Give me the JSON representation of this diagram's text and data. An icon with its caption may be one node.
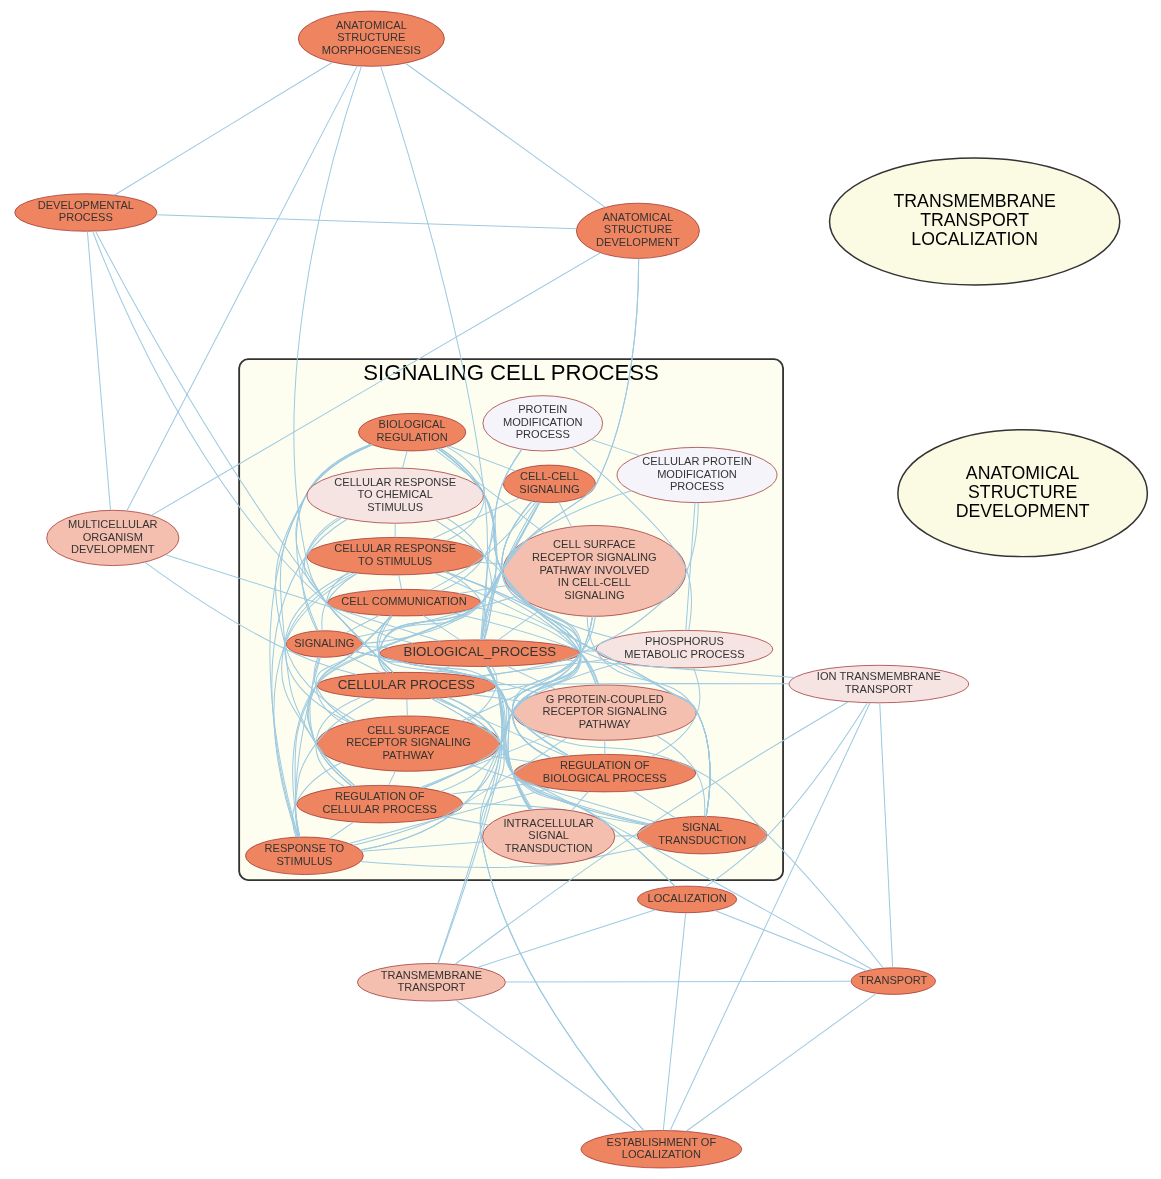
{
  "diagram": {
    "nodes": [
      {
        "text": [
          "SIGNALING CELL PROCESS"
        ]
      },
      {
        "text": [
          "TRANSMEMBRANE TRANSPORT LOCALIZATION"
        ]
      },
      {
        "text": [
          "ANATOMICAL STRUCTURE DEVELOPMENT"
        ]
      },
      {
        "text": [
          "G PROTEIN-COUPLED RECEPTOR SIGNALING PATHWAY"
        ],
        "in": 0
      },
      {
        "text": [
          "CELL SURFACE RECEPTOR SIGNALING PATHWAY INVOLVED IN CELL-CELL SIGNALING"
        ],
        "in": 0
      },
      {
        "text": [
          "CELL-CELL SIGNALING"
        ],
        "in": 0
      },
      {
        "text": [
          "CELL SURFACE RECEPTOR SIGNALING PATHWAY"
        ],
        "in": 0
      },
      {
        "text": [
          "PHOSPHORUS METABOLIC PROCESS"
        ],
        "in": 0
      },
      {
        "text": [
          "BIOLOGICAL REGULATION"
        ],
        "in": 0
      },
      {
        "text": [
          "CELL COMMUNICATION"
        ],
        "in": 0
      },
      {
        "text": [
          "SIGNAL TRANSDUCTION"
        ],
        "in": 0
      },
      {
        "text": [
          "REGULATION OF BIOLOGICAL PROCESS"
        ],
        "in": 0
      },
      {
        "text": [
          "SIGNALING"
        ],
        "in": 0
      },
      {
        "text": [
          "REGULATION OF CELLULAR PROCESS"
        ],
        "in": 0
      },
      {
        "text": [
          "RESPONSE TO STIMULUS"
        ],
        "in": 0
      },
      {
        "text": [
          "CELLULAR RESPONSE TO STIMULUS"
        ],
        "in": 0
      },
      {
        "text": [
          "BIOLOGICAL_PROCESS"
        ],
        "in": 0
      },
      {
        "text": [
          "CELLULAR PROCESS"
        ],
        "in": 0
      },
      {
        "text": [
          "PROTEIN MODIFICATION PROCESS"
        ],
        "in": 0
      },
      {
        "text": [
          "CELLULAR PROTEIN MODIFICATION PROCESS"
        ],
        "in": 0
      },
      {
        "text": [
          "ANATOMICAL STRUCTURE DEVELOPMENT"
        ]
      },
      {
        "text": [
          "MULTICELLULAR ORGANISM DEVELOPMENT"
        ]
      },
      {
        "text": [
          "DEVELOPMENTAL PROCESS"
        ]
      },
      {
        "text": [
          "ANATOMICAL STRUCTURE MORPHOGENESIS"
        ]
      },
      {
        "text": [
          "CELLULAR RESPONSE TO CHEMICAL STIMULUS"
        ],
        "in": 0
      },
      {
        "text": [
          "ION TRANSMEMBRANE TRANSPORT"
        ]
      },
      {
        "text": [
          "TRANSMEMBRANE TRANSPORT"
        ]
      },
      {
        "text": [
          "TRANSPORT"
        ]
      },
      {
        "text": [
          "LOCALIZATION"
        ]
      },
      {
        "text": [
          "ESTABLISHMENT OF LOCALIZATION"
        ]
      },
      {
        "text": [
          "INTRACELLULAR SIGNAL TRANSDUCTION"
        ],
        "in": 0
      }
    ],
    "edges": [
      {
        "from": 8,
        "to": 9,
        "arrow": "none"
      },
      {
        "from": 8,
        "to": 10,
        "arrow": "none"
      },
      {
        "from": 8,
        "to": 11,
        "arrow": "none"
      },
      {
        "from": 8,
        "to": 12,
        "arrow": "none"
      },
      {
        "from": 8,
        "to": 13,
        "arrow": "none"
      },
      {
        "from": 8,
        "to": 14,
        "arrow": "none"
      },
      {
        "from": 8,
        "to": 15,
        "arrow": "none"
      },
      {
        "from": 8,
        "to": 16,
        "arrow": "none"
      },
      {
        "from": 8,
        "to": 17,
        "arrow": "none"
      },
      {
        "from": 9,
        "to": 10,
        "arrow": "none"
      },
      {
        "from": 9,
        "to": 11,
        "arrow": "none"
      },
      {
        "from": 9,
        "to": 12,
        "arrow": "none"
      },
      {
        "from": 9,
        "to": 13,
        "arrow": "none"
      },
      {
        "from": 9,
        "to": 14,
        "arrow": "none"
      },
      {
        "from": 9,
        "to": 15,
        "arrow": "none"
      },
      {
        "from": 9,
        "to": 16,
        "arrow": "none"
      },
      {
        "from": 9,
        "to": 17,
        "arrow": "none"
      },
      {
        "from": 10,
        "to": 11,
        "arrow": "none"
      },
      {
        "from": 10,
        "to": 12,
        "arrow": "none"
      },
      {
        "from": 10,
        "to": 13,
        "arrow": "none"
      },
      {
        "from": 10,
        "to": 14,
        "arrow": "none"
      },
      {
        "from": 10,
        "to": 15,
        "arrow": "none"
      },
      {
        "from": 10,
        "to": 16,
        "arrow": "none"
      },
      {
        "from": 10,
        "to": 17,
        "arrow": "none"
      },
      {
        "from": 11,
        "to": 12,
        "arrow": "none"
      },
      {
        "from": 11,
        "to": 13,
        "arrow": "none"
      },
      {
        "from": 11,
        "to": 14,
        "arrow": "none"
      },
      {
        "from": 11,
        "to": 15,
        "arrow": "none"
      },
      {
        "from": 11,
        "to": 16,
        "arrow": "none"
      },
      {
        "from": 11,
        "to": 17,
        "arrow": "none"
      },
      {
        "from": 12,
        "to": 13,
        "arrow": "none"
      },
      {
        "from": 12,
        "to": 14,
        "arrow": "none"
      },
      {
        "from": 12,
        "to": 15,
        "arrow": "none"
      },
      {
        "from": 12,
        "to": 16,
        "arrow": "none"
      },
      {
        "from": 12,
        "to": 17,
        "arrow": "none"
      },
      {
        "from": 13,
        "to": 14,
        "arrow": "none"
      },
      {
        "from": 13,
        "to": 15,
        "arrow": "none"
      },
      {
        "from": 13,
        "to": 16,
        "arrow": "none"
      },
      {
        "from": 13,
        "to": 17,
        "arrow": "none"
      },
      {
        "from": 14,
        "to": 15,
        "arrow": "none"
      },
      {
        "from": 14,
        "to": 16,
        "arrow": "none"
      },
      {
        "from": 14,
        "to": 17,
        "arrow": "none"
      },
      {
        "from": 15,
        "to": 16,
        "arrow": "none"
      },
      {
        "from": 15,
        "to": 17,
        "arrow": "none"
      },
      {
        "from": 16,
        "to": 17,
        "arrow": "none"
      },
      {
        "from": 3,
        "to": 8,
        "arrow": "none"
      },
      {
        "from": 3,
        "to": 9,
        "arrow": "none"
      },
      {
        "from": 3,
        "to": 10,
        "arrow": "none"
      },
      {
        "from": 3,
        "to": 11,
        "arrow": "none"
      },
      {
        "from": 3,
        "to": 12,
        "arrow": "none"
      },
      {
        "from": 3,
        "to": 13,
        "arrow": "none"
      },
      {
        "from": 3,
        "to": 14,
        "arrow": "none"
      },
      {
        "from": 3,
        "to": 15,
        "arrow": "none"
      },
      {
        "from": 3,
        "to": 16,
        "arrow": "none"
      },
      {
        "from": 3,
        "to": 17,
        "arrow": "none"
      },
      {
        "from": 4,
        "to": 5,
        "arrow": "none"
      },
      {
        "from": 4,
        "to": 8,
        "arrow": "none"
      },
      {
        "from": 4,
        "to": 9,
        "arrow": "none"
      },
      {
        "from": 4,
        "to": 10,
        "arrow": "none"
      },
      {
        "from": 4,
        "to": 11,
        "arrow": "none"
      },
      {
        "from": 4,
        "to": 12,
        "arrow": "none"
      },
      {
        "from": 4,
        "to": 13,
        "arrow": "none"
      },
      {
        "from": 4,
        "to": 14,
        "arrow": "none"
      },
      {
        "from": 4,
        "to": 15,
        "arrow": "none"
      },
      {
        "from": 4,
        "to": 16,
        "arrow": "none"
      },
      {
        "from": 4,
        "to": 17,
        "arrow": "none"
      },
      {
        "from": 5,
        "to": 6,
        "arrow": "none"
      },
      {
        "from": 5,
        "to": 8,
        "arrow": "none"
      },
      {
        "from": 5,
        "to": 9,
        "arrow": "none"
      },
      {
        "from": 5,
        "to": 10,
        "arrow": "none"
      },
      {
        "from": 5,
        "to": 11,
        "arrow": "none"
      },
      {
        "from": 5,
        "to": 12,
        "arrow": "none"
      },
      {
        "from": 5,
        "to": 13,
        "arrow": "none"
      },
      {
        "from": 5,
        "to": 14,
        "arrow": "none"
      },
      {
        "from": 5,
        "to": 15,
        "arrow": "none"
      },
      {
        "from": 5,
        "to": 16,
        "arrow": "none"
      },
      {
        "from": 5,
        "to": 17,
        "arrow": "none"
      },
      {
        "from": 6,
        "to": 8,
        "arrow": "none"
      },
      {
        "from": 6,
        "to": 9,
        "arrow": "none"
      },
      {
        "from": 6,
        "to": 10,
        "arrow": "none"
      },
      {
        "from": 6,
        "to": 11,
        "arrow": "none"
      },
      {
        "from": 6,
        "to": 12,
        "arrow": "none"
      },
      {
        "from": 6,
        "to": 13,
        "arrow": "none"
      },
      {
        "from": 6,
        "to": 14,
        "arrow": "none"
      },
      {
        "from": 6,
        "to": 15,
        "arrow": "none"
      },
      {
        "from": 6,
        "to": 16,
        "arrow": "none"
      },
      {
        "from": 6,
        "to": 17,
        "arrow": "none"
      },
      {
        "from": 30,
        "to": 8,
        "arrow": "none"
      },
      {
        "from": 30,
        "to": 9,
        "arrow": "none"
      },
      {
        "from": 30,
        "to": 10,
        "arrow": "none"
      },
      {
        "from": 30,
        "to": 11,
        "arrow": "none"
      },
      {
        "from": 30,
        "to": 12,
        "arrow": "none"
      },
      {
        "from": 30,
        "to": 13,
        "arrow": "none"
      },
      {
        "from": 30,
        "to": 14,
        "arrow": "none"
      },
      {
        "from": 30,
        "to": 15,
        "arrow": "none"
      },
      {
        "from": 30,
        "to": 16,
        "arrow": "none"
      },
      {
        "from": 30,
        "to": 17,
        "arrow": "none"
      },
      {
        "from": 7,
        "to": 8,
        "arrow": "none"
      },
      {
        "from": 7,
        "to": 11,
        "arrow": "none"
      },
      {
        "from": 7,
        "to": 13,
        "arrow": "none"
      },
      {
        "from": 7,
        "to": 16,
        "arrow": "none"
      },
      {
        "from": 7,
        "to": 17,
        "arrow": "none"
      },
      {
        "from": 7,
        "to": 18,
        "arrow": "none"
      },
      {
        "from": 7,
        "to": 19,
        "arrow": "none"
      },
      {
        "from": 18,
        "to": 19,
        "arrow": "none"
      },
      {
        "from": 18,
        "to": 16,
        "arrow": "none"
      },
      {
        "from": 18,
        "to": 17,
        "arrow": "none"
      },
      {
        "from": 19,
        "to": 16,
        "arrow": "none"
      },
      {
        "from": 19,
        "to": 17,
        "arrow": "none"
      },
      {
        "from": 24,
        "to": 3,
        "arrow": "none"
      },
      {
        "from": 24,
        "to": 8,
        "arrow": "none"
      },
      {
        "from": 24,
        "to": 12,
        "arrow": "none"
      },
      {
        "from": 24,
        "to": 14,
        "arrow": "none"
      },
      {
        "from": 24,
        "to": 15,
        "arrow": "none"
      },
      {
        "from": 24,
        "to": 16,
        "arrow": "none"
      },
      {
        "from": 24,
        "to": 17,
        "arrow": "none"
      },
      {
        "from": 23,
        "to": 22,
        "arrow": "none"
      },
      {
        "from": 23,
        "to": 21,
        "arrow": "none"
      },
      {
        "from": 23,
        "to": 20,
        "arrow": "none"
      },
      {
        "from": 22,
        "to": 21,
        "arrow": "none"
      },
      {
        "from": 22,
        "to": 20,
        "arrow": "none"
      },
      {
        "from": 21,
        "to": 20,
        "arrow": "none"
      },
      {
        "from": 23,
        "to": 16,
        "arrow": "none"
      },
      {
        "from": 23,
        "to": 17,
        "arrow": "none"
      },
      {
        "from": 22,
        "to": 16,
        "arrow": "none"
      },
      {
        "from": 22,
        "to": 17,
        "arrow": "none"
      },
      {
        "from": 21,
        "to": 16,
        "arrow": "none"
      },
      {
        "from": 21,
        "to": 17,
        "arrow": "none"
      },
      {
        "from": 20,
        "to": 16,
        "arrow": "none"
      },
      {
        "from": 20,
        "to": 17,
        "arrow": "none"
      },
      {
        "from": 29,
        "to": 28,
        "arrow": "none"
      },
      {
        "from": 29,
        "to": 27,
        "arrow": "none"
      },
      {
        "from": 29,
        "to": 26,
        "arrow": "none"
      },
      {
        "from": 29,
        "to": 25,
        "arrow": "none"
      },
      {
        "from": 28,
        "to": 27,
        "arrow": "none"
      },
      {
        "from": 28,
        "to": 26,
        "arrow": "none"
      },
      {
        "from": 28,
        "to": 25,
        "arrow": "none"
      },
      {
        "from": 27,
        "to": 26,
        "arrow": "none"
      },
      {
        "from": 27,
        "to": 25,
        "arrow": "none"
      },
      {
        "from": 26,
        "to": 25,
        "arrow": "none"
      },
      {
        "from": 29,
        "to": 16,
        "arrow": "none"
      },
      {
        "from": 29,
        "to": 17,
        "arrow": "none"
      },
      {
        "from": 28,
        "to": 16,
        "arrow": "none"
      },
      {
        "from": 28,
        "to": 17,
        "arrow": "none"
      },
      {
        "from": 27,
        "to": 16,
        "arrow": "none"
      },
      {
        "from": 27,
        "to": 17,
        "arrow": "none"
      },
      {
        "from": 26,
        "to": 16,
        "arrow": "none"
      },
      {
        "from": 26,
        "to": 17,
        "arrow": "none"
      },
      {
        "from": 25,
        "to": 16,
        "arrow": "none"
      },
      {
        "from": 25,
        "to": 17,
        "arrow": "none"
      }
    ]
  }
}
